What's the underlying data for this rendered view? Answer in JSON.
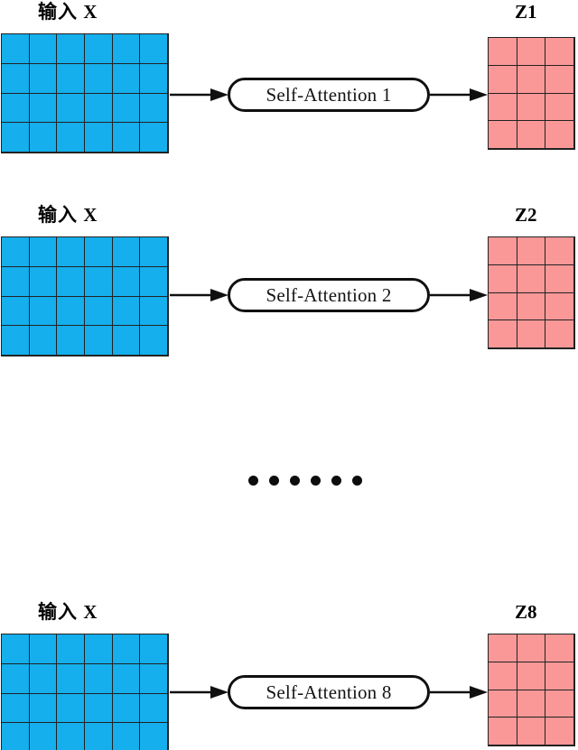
{
  "figure": {
    "title_text": "",
    "background_color": "#ffffff",
    "input_matrix_color": "#14AFEC",
    "output_matrix_color": "#FA9897",
    "line_color": "#101010"
  },
  "rows": [
    {
      "input_label": "输入  X",
      "block_label": "Self-Attention 1",
      "output_label": "Z1",
      "input_grid": {
        "cols": 6,
        "rows": 4
      },
      "output_grid": {
        "cols": 3,
        "rows": 4
      }
    },
    {
      "input_label": "输入  X",
      "block_label": "Self-Attention 2",
      "output_label": "Z2",
      "input_grid": {
        "cols": 6,
        "rows": 4
      },
      "output_grid": {
        "cols": 3,
        "rows": 4
      }
    },
    {
      "input_label": "输入  X",
      "block_label": "Self-Attention 8",
      "output_label": "Z8",
      "input_grid": {
        "cols": 6,
        "rows": 4
      },
      "output_grid": {
        "cols": 3,
        "rows": 4
      }
    }
  ],
  "ellipsis": {
    "dot_count": 6,
    "meaning": "omitted attention heads 3 through 7"
  }
}
